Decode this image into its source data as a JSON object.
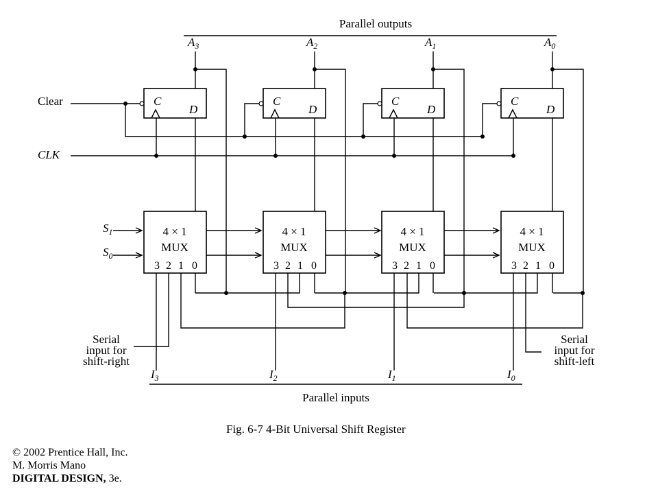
{
  "title": "Fig. 6-7  4-Bit Universal Shift Register",
  "credits": {
    "copyright": "© 2002 Prentice Hall, Inc.",
    "author": "M. Morris Mano",
    "book_title": "DIGITAL DESIGN,",
    "edition": " 3e."
  },
  "labels": {
    "parallel_outputs": "Parallel outputs",
    "parallel_inputs": "Parallel inputs",
    "clear": "Clear",
    "clk": "CLK",
    "s1": {
      "base": "S",
      "sub": "1"
    },
    "s0": {
      "base": "S",
      "sub": "0"
    },
    "serial_right": [
      "Serial",
      "input for",
      "shift-right"
    ],
    "serial_left": [
      "Serial",
      "input for",
      "shift-left"
    ]
  },
  "outputs": [
    {
      "base": "A",
      "sub": "3"
    },
    {
      "base": "A",
      "sub": "2"
    },
    {
      "base": "A",
      "sub": "1"
    },
    {
      "base": "A",
      "sub": "0"
    }
  ],
  "inputs": [
    {
      "base": "I",
      "sub": "3"
    },
    {
      "base": "I",
      "sub": "2"
    },
    {
      "base": "I",
      "sub": "1"
    },
    {
      "base": "I",
      "sub": "0"
    }
  ],
  "flipflop": {
    "clear_pin": "C",
    "data_pin": "D"
  },
  "mux": {
    "line1": "4 × 1",
    "line2": "MUX",
    "pins": [
      "3",
      "2",
      "1",
      "0"
    ]
  }
}
